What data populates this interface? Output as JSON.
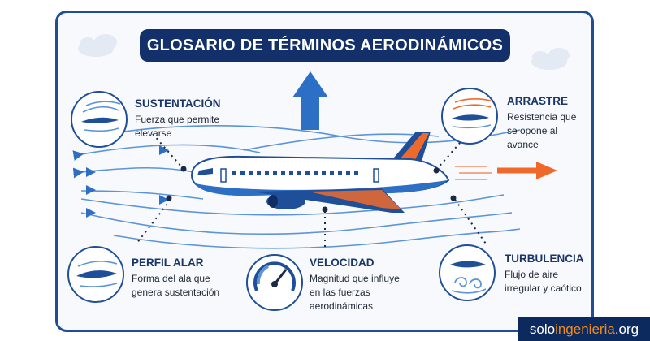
{
  "title": "GLOSARIO DE TÉRMINOS AERODINÁMICOS",
  "terms": [
    {
      "name": "SUSTENTACIÓN",
      "description": "Fuerza que permite elevarse",
      "icon": "wing-airflow-icon"
    },
    {
      "name": "ARRASTRE",
      "description": "Resistencia que se opone al avance",
      "icon": "drag-airflow-icon"
    },
    {
      "name": "PERFIL ALAR",
      "description": "Forma del ala que genera sustentación",
      "icon": "airfoil-icon"
    },
    {
      "name": "VELOCIDAD",
      "description": "Magnitud que influye en las fuerzas aerodinámicas",
      "icon": "speedometer-icon"
    },
    {
      "name": "TURBULENCIA",
      "description": "Flujo de aire irregular y caótico",
      "icon": "turbulence-icon"
    }
  ],
  "brand": {
    "part1": "solo",
    "part2": "ingenieria",
    "part3": ".org"
  },
  "colors": {
    "navy": "#13306b",
    "blue": "#2e73c9",
    "orange": "#ee6a2c",
    "frame": "#1f4e96"
  }
}
